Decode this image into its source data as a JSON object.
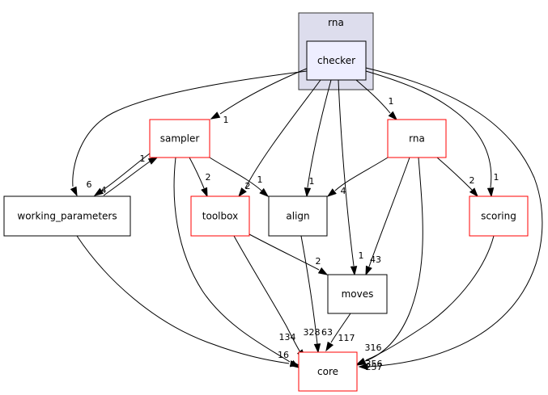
{
  "colors": {
    "cluster_fill": "#dddded",
    "cluster_stroke": "#333333",
    "focus_fill": "#eeeeff",
    "focus_stroke": "#000000",
    "node_fill": "#ffffff",
    "node_black": "#000000",
    "node_red": "#ff0000",
    "edge": "#000000"
  },
  "cluster": {
    "label": "rna"
  },
  "nodes": [
    {
      "id": "checker",
      "label": "checker",
      "style": "focus"
    },
    {
      "id": "sampler",
      "label": "sampler",
      "style": "red"
    },
    {
      "id": "rna",
      "label": "rna",
      "style": "red"
    },
    {
      "id": "working_parameters",
      "label": "working_parameters",
      "style": "black"
    },
    {
      "id": "toolbox",
      "label": "toolbox",
      "style": "red"
    },
    {
      "id": "align",
      "label": "align",
      "style": "black"
    },
    {
      "id": "scoring",
      "label": "scoring",
      "style": "red"
    },
    {
      "id": "moves",
      "label": "moves",
      "style": "black"
    },
    {
      "id": "core",
      "label": "core",
      "style": "red"
    }
  ],
  "edges": [
    {
      "id": "checker-sampler",
      "from": "checker",
      "to": "sampler",
      "label": "1"
    },
    {
      "id": "checker-working_parameters",
      "from": "checker",
      "to": "working_parameters",
      "label": "6"
    },
    {
      "id": "checker-toolbox",
      "from": "checker",
      "to": "toolbox",
      "label": "2"
    },
    {
      "id": "checker-align",
      "from": "checker",
      "to": "align",
      "label": "1"
    },
    {
      "id": "checker-moves",
      "from": "checker",
      "to": "moves",
      "label": "1"
    },
    {
      "id": "checker-rna",
      "from": "checker",
      "to": "rna",
      "label": "1"
    },
    {
      "id": "checker-scoring",
      "from": "checker",
      "to": "scoring",
      "label": "1"
    },
    {
      "id": "checker-core",
      "from": "checker",
      "to": "core",
      "label": "257"
    },
    {
      "id": "sampler-working_parameters",
      "from": "sampler",
      "to": "working_parameters",
      "label": "4"
    },
    {
      "id": "working_parameters-sampler",
      "from": "working_parameters",
      "to": "sampler",
      "label": "1"
    },
    {
      "id": "sampler-toolbox",
      "from": "sampler",
      "to": "toolbox",
      "label": "2"
    },
    {
      "id": "sampler-align",
      "from": "sampler",
      "to": "align",
      "label": "1"
    },
    {
      "id": "sampler-core",
      "from": "sampler",
      "to": "core",
      "label": "134"
    },
    {
      "id": "rna-align",
      "from": "rna",
      "to": "align",
      "label": "4"
    },
    {
      "id": "rna-moves",
      "from": "rna",
      "to": "moves",
      "label": "43"
    },
    {
      "id": "rna-scoring",
      "from": "rna",
      "to": "scoring",
      "label": "2"
    },
    {
      "id": "rna-core",
      "from": "rna",
      "to": "core",
      "label": "316"
    },
    {
      "id": "working_parameters-core",
      "from": "working_parameters",
      "to": "core",
      "label": "16"
    },
    {
      "id": "toolbox-moves",
      "from": "toolbox",
      "to": "moves",
      "label": "2"
    },
    {
      "id": "toolbox-core",
      "from": "toolbox",
      "to": "core",
      "label": "328"
    },
    {
      "id": "align-core",
      "from": "align",
      "to": "core",
      "label": "63"
    },
    {
      "id": "moves-core",
      "from": "moves",
      "to": "core",
      "label": "117"
    },
    {
      "id": "scoring-core",
      "from": "scoring",
      "to": "core",
      "label": "356"
    }
  ]
}
